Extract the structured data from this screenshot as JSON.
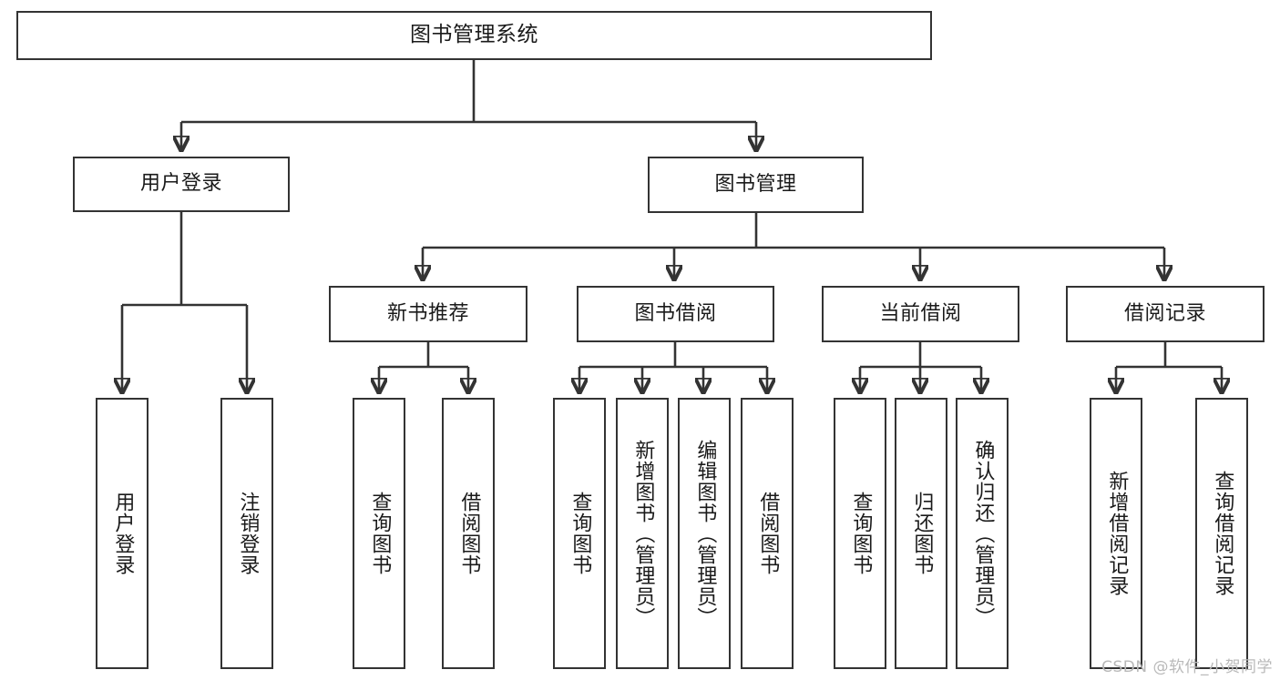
{
  "diagram": {
    "title": "图书管理系统",
    "type": "功能结构图",
    "watermark": "CSDN @软件_小贺同学",
    "colors": {
      "stroke": "#333333",
      "fill": "#ffffff",
      "text": "#1a1a1a",
      "watermark": "#b9b9b9"
    },
    "root": {
      "label": "图书管理系统"
    },
    "level2": [
      {
        "label": "用户登录"
      },
      {
        "label": "图书管理"
      }
    ],
    "level3": [
      {
        "label": "新书推荐"
      },
      {
        "label": "图书借阅"
      },
      {
        "label": "当前借阅"
      },
      {
        "label": "借阅记录"
      }
    ],
    "leaves": {
      "user_login": [
        {
          "label": "用户登录"
        },
        {
          "label": "注销登录"
        }
      ],
      "new_book": [
        {
          "label": "查询图书"
        },
        {
          "label": "借阅图书"
        }
      ],
      "book_borrow": [
        {
          "label": "查询图书"
        },
        {
          "label": "新增图书（管理员）"
        },
        {
          "label": "编辑图书（管理员）"
        },
        {
          "label": "借阅图书"
        }
      ],
      "current_borrow": [
        {
          "label": "查询图书"
        },
        {
          "label": "归还图书"
        },
        {
          "label": "确认归还（管理员）"
        }
      ],
      "borrow_record": [
        {
          "label": "新增借阅记录"
        },
        {
          "label": "查询借阅记录"
        }
      ]
    }
  }
}
